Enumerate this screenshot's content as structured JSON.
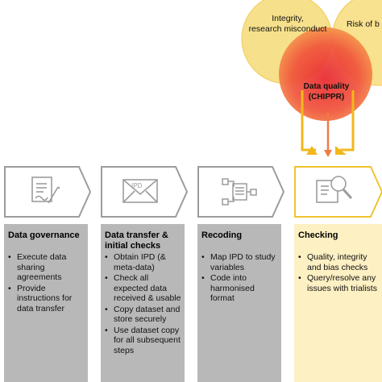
{
  "venn": {
    "integrity": [
      "Integrity,",
      "research misconduct"
    ],
    "bias": [
      "Risk of b"
    ],
    "quality": [
      "Data quality",
      "(CHIPPR)"
    ]
  },
  "steps": [
    {
      "icon": "contract-signing-icon",
      "header": [
        "Data governance"
      ],
      "items": [
        "Execute data sharing agreements",
        "Provide instructions for data transfer"
      ]
    },
    {
      "icon": "envelope-icon",
      "icon_text": "IPD",
      "header": [
        "Data transfer &",
        "initial checks"
      ],
      "items": [
        "Obtain IPD (& meta-data)",
        "Check all expected data received & usable",
        "Copy dataset and store securely",
        "Use dataset copy for all subsequent steps"
      ]
    },
    {
      "icon": "document-flow-icon",
      "header": [
        "Recoding"
      ],
      "items": [
        "Map IPD to study variables",
        "Code into harmonised format"
      ]
    },
    {
      "icon": "document-magnifier-icon",
      "header": [
        "Checking"
      ],
      "items": [
        "Quality, integrity and bias checks",
        "Query/resolve any issues with trialists"
      ]
    }
  ],
  "colors": {
    "integrity_circle": "#f6df86",
    "bias_circle": "#f8e08a",
    "quality_circle": "#f26a3c",
    "arrow_yellow": "#f1b81c",
    "arrow_red": "#ef7b45",
    "gray_fill": "#b8b8b8",
    "gray_stroke": "#9c9c9c",
    "yellow_fill": "#fdf0c3",
    "yellow_stroke": "#f0c330"
  }
}
